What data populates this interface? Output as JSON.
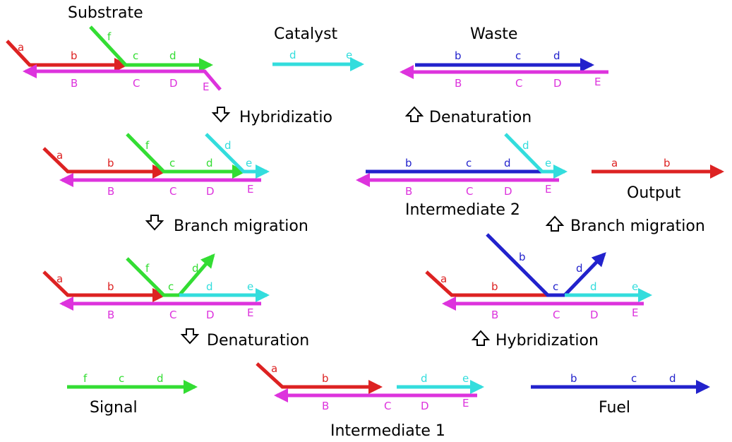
{
  "colors": {
    "red": "#dd2222",
    "green": "#33dd33",
    "magenta": "#dd33dd",
    "cyan": "#33dddd",
    "blue": "#2222cc",
    "black": "#000000"
  },
  "labels": {
    "substrate": "Substrate",
    "catalyst": "Catalyst",
    "waste": "Waste",
    "output": "Output",
    "intermediate2": "Intermediate 2",
    "signal": "Signal",
    "intermediate1": "Intermediate 1",
    "fuel": "Fuel"
  },
  "steps": {
    "hybridization_1": "Hybridizatio",
    "denaturation_top": "Denaturation",
    "branch_migration_left": "Branch migration",
    "branch_migration_right": "Branch migration",
    "denaturation_left": "Denaturation",
    "hybridization_right": "Hybridization"
  },
  "arrow_icons": {
    "down": "down-arrow-icon",
    "up": "up-arrow-icon"
  },
  "domains": {
    "a": "a",
    "b": "b",
    "c": "c",
    "d": "d",
    "e": "e",
    "f": "f",
    "B": "B",
    "C": "C",
    "D": "D",
    "E": "E"
  }
}
